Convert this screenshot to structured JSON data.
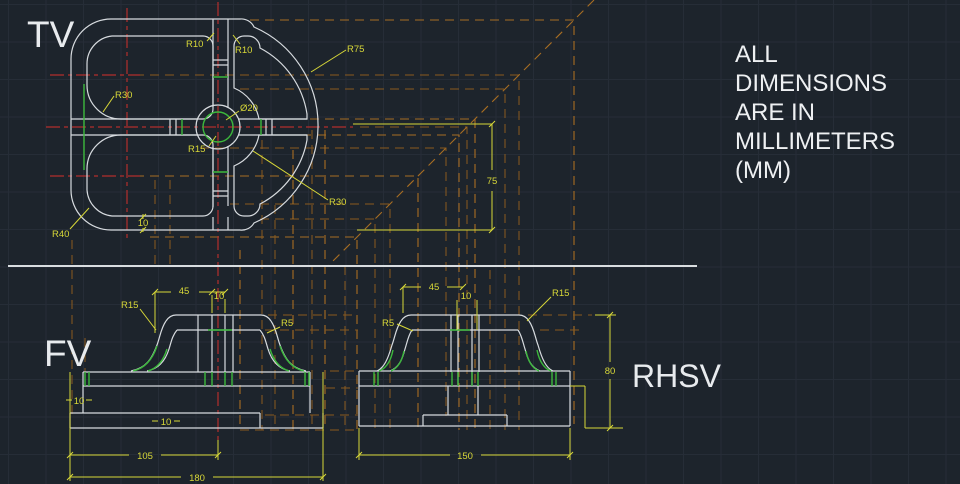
{
  "drawing": {
    "type": "cad-orthographic-views",
    "note_lines": [
      "ALL",
      "DIMENSIONS",
      "ARE IN",
      "MILLIMETERS",
      "(MM)"
    ],
    "views": {
      "top_view": {
        "label": "TV"
      },
      "front_view": {
        "label": "FV"
      },
      "right_hand_side_view": {
        "label": "RHSV"
      }
    },
    "dims": {
      "tv_r10_a": "R10",
      "tv_r10_b": "R10",
      "tv_r75": "R75",
      "tv_r30_left": "R30",
      "tv_dia20": "Ø20",
      "tv_r15": "R15",
      "tv_r30_right": "R30",
      "tv_r40": "R40",
      "tv_rim_10": "10",
      "proj_75": "75",
      "fv_45": "45",
      "fv_10_top": "10",
      "fv_r15": "R15",
      "fv_r5": "R5",
      "fv_10_left": "10",
      "fv_10_mid": "10",
      "fv_105": "105",
      "fv_180": "180",
      "sv_45": "45",
      "sv_10_top": "10",
      "sv_r15": "R15",
      "sv_r5": "R5",
      "sv_80": "80",
      "sv_150": "150"
    },
    "colors": {
      "background": "#1d242c",
      "grid": "#262d37",
      "geometry_white": "#d7dbdf",
      "dimension_yellow": "#d8d838",
      "centerline_red": "#b32e2c",
      "projection_orange": "#a86e23",
      "highlight_green": "#3cb93c"
    }
  }
}
